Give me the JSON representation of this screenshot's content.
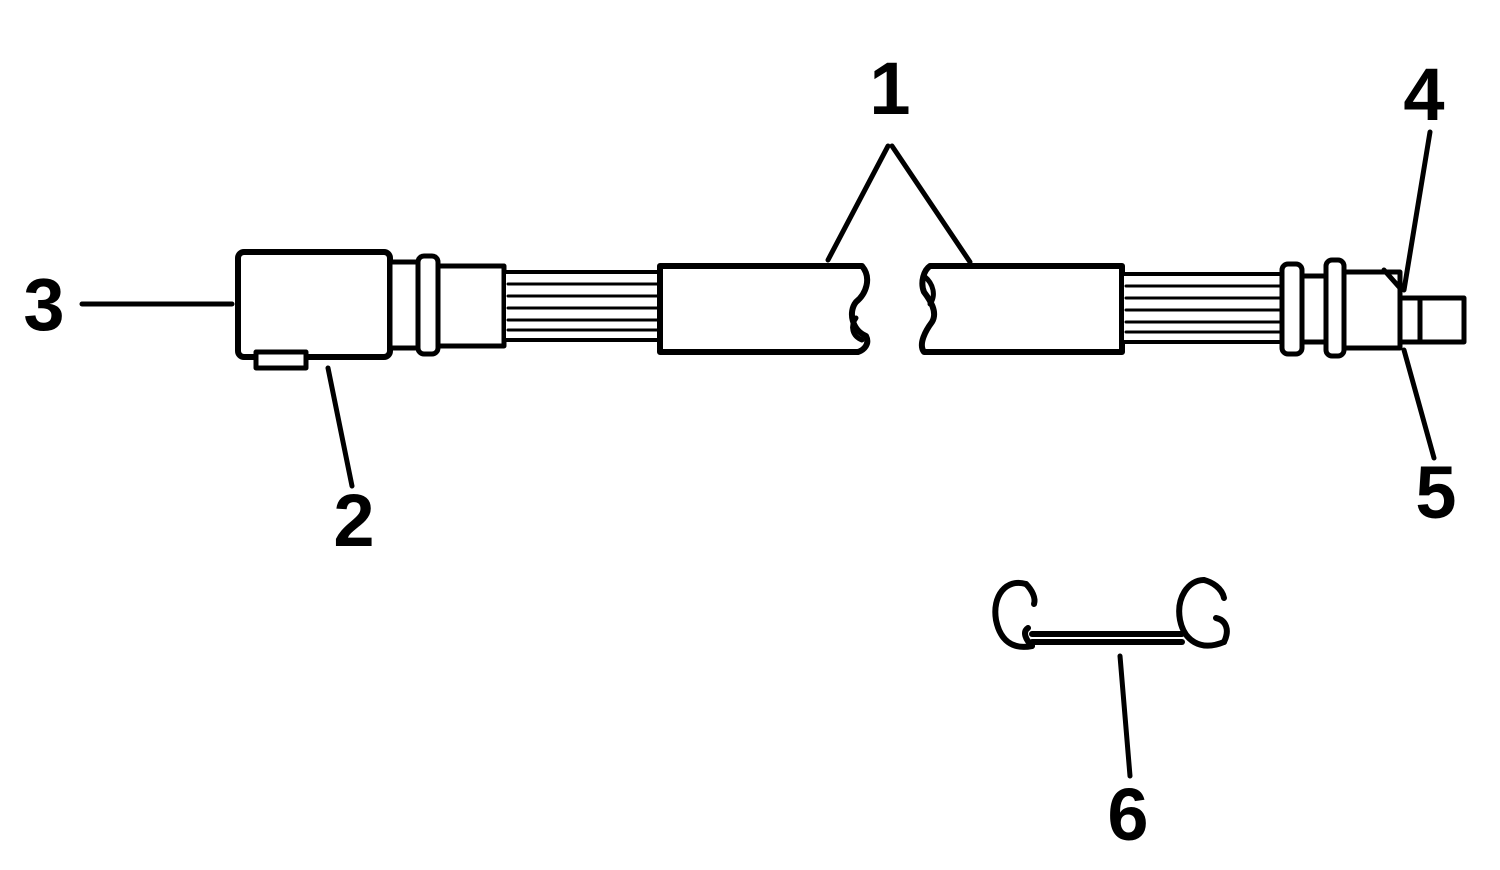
{
  "diagram": {
    "callouts": [
      {
        "id": "1",
        "label": "1"
      },
      {
        "id": "2",
        "label": "2"
      },
      {
        "id": "3",
        "label": "3"
      },
      {
        "id": "4",
        "label": "4"
      },
      {
        "id": "5",
        "label": "5"
      },
      {
        "id": "6",
        "label": "6"
      }
    ],
    "colors": {
      "ink": "#000000",
      "background": "#ffffff"
    }
  }
}
